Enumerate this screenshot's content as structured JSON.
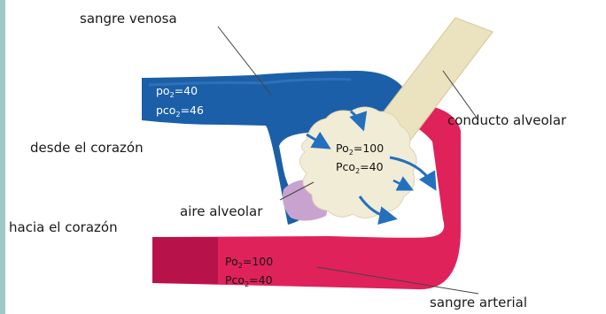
{
  "colors": {
    "venous": "#1b5fa8",
    "arterial": "#e0225a",
    "arterial_dark": "#b8124a",
    "alveolus": "#f1ecd6",
    "duct": "#ebe2bf",
    "tissue": "#c9a3cf",
    "arrow": "#2370be",
    "border": "#9fc7c4"
  },
  "labels": {
    "sangre_venosa": "sangre venosa",
    "conducto_alveolar": "conducto alveolar",
    "desde_corazon": "desde el corazón",
    "aire_alveolar": "aire alveolar",
    "hacia_corazon": "hacia el corazón",
    "sangre_arterial": "sangre arterial"
  },
  "venous_values": {
    "po2_prefix": "po",
    "po2_sub": "2",
    "po2_value": "=40",
    "pco2_prefix": "pco",
    "pco2_sub": "2",
    "pco2_value": "=46"
  },
  "alveolar_values": {
    "po2_prefix": "Po",
    "po2_sub": "2",
    "po2_value": "=100",
    "pco2_prefix": "Pco",
    "pco2_sub": "2",
    "pco2_value": "=40"
  },
  "arterial_values": {
    "po2_prefix": "Po",
    "po2_sub": "2",
    "po2_value": "=100",
    "pco2_prefix": "Pco",
    "pco2_sub": "2",
    "pco2_value": "=40"
  }
}
